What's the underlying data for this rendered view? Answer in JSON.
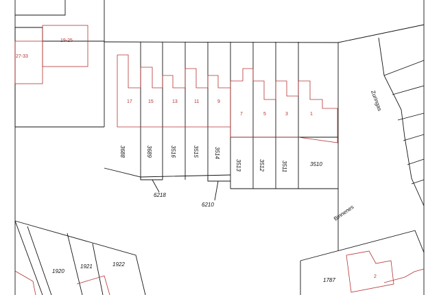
{
  "colors": {
    "parcel_line": "#111111",
    "building_line": "#b53030",
    "background": "#ffffff"
  },
  "streets": {
    "zuringas": "Zuringas",
    "binnenes": "Binnenes"
  },
  "parcels": {
    "p3688": "3688",
    "p3689": "3689",
    "p3516": "3516",
    "p3515": "3515",
    "p3514": "3514",
    "p3513": "3513",
    "p3512": "3512",
    "p3511": "3511",
    "p3510": "3510",
    "p6218": "6218",
    "p6210": "6210",
    "p1920": "1920",
    "p1921": "1921",
    "p1922": "1922",
    "p1787": "1787"
  },
  "house_numbers": {
    "h17": "17",
    "h15": "15",
    "h13": "13",
    "h11": "11",
    "h9": "9",
    "h7": "7",
    "h5": "5",
    "h3": "3",
    "h1": "1",
    "h19_25": "19-25",
    "h27_33": "27-33",
    "h2": "2"
  }
}
